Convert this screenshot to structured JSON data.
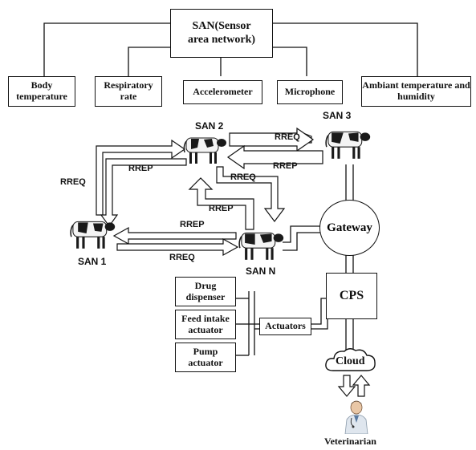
{
  "san_root": {
    "line1": "SAN(Sensor",
    "line2": "area network)"
  },
  "sensors": [
    {
      "label": "Body temperature"
    },
    {
      "label": "Respiratory rate"
    },
    {
      "label": "Accelerometer"
    },
    {
      "label": "Microphone"
    },
    {
      "label": "Ambiant temperature and humidity"
    }
  ],
  "nodes": {
    "san1": "SAN 1",
    "san2": "SAN 2",
    "san3": "SAN 3",
    "sann": "SAN N"
  },
  "messages": {
    "rreq_san2_san3": "RREQ",
    "rrep_san3_san2": "RREP",
    "rreq_san1_san2": "RREQ",
    "rrep_san2_san1": "RREP",
    "rreq_san2_sann": "RREQ",
    "rrep_sann_san2": "RREP",
    "rrep_sann_san1": "RREP",
    "rreq_san1_sann": "RREQ"
  },
  "gateway": "Gateway",
  "cps": "CPS",
  "cloud": "Cloud",
  "actuators_label": "Actuators",
  "actuators": [
    {
      "line1": "Drug",
      "line2": "dispenser"
    },
    {
      "line1": "Feed intake",
      "line2": "actuator"
    },
    {
      "line1": "Pump",
      "line2": "actuator"
    }
  ],
  "veterinarian": "Veterinarian",
  "colors": {
    "line": "#111111",
    "cow_black": "#1a1a1a",
    "cow_white": "#f4f4f4",
    "doctor_coat": "#dfe6ee"
  }
}
